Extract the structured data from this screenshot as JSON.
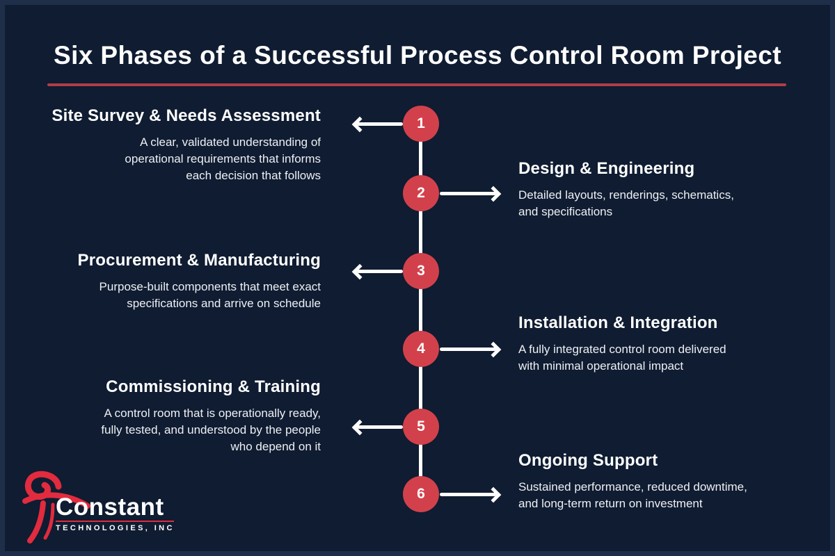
{
  "title": "Six Phases of a Successful Process Control Room Project",
  "colors": {
    "background": "#0f1c31",
    "marker_red": "#d2414b",
    "divider_red": "#b23c46",
    "logo_red": "#e22b3e",
    "text_white": "#ffffff"
  },
  "phases": [
    {
      "number": "1",
      "side": "left",
      "heading": "Site Survey & Needs Assessment",
      "description": "A clear, validated understanding of operational requirements that informs each decision that follows",
      "desc_lines": [
        "A clear, validated understanding of",
        "operational requirements that informs",
        "each decision that follows"
      ]
    },
    {
      "number": "2",
      "side": "right",
      "heading": "Design & Engineering",
      "description": "Detailed layouts, renderings, schematics, and specifications",
      "desc_lines": [
        "Detailed layouts, renderings, schematics,",
        "and specifications"
      ]
    },
    {
      "number": "3",
      "side": "left",
      "heading": "Procurement & Manufacturing",
      "description": "Purpose-built components that meet exact specifications and arrive on schedule",
      "desc_lines": [
        "Purpose-built components that meet exact",
        "specifications and arrive on schedule"
      ]
    },
    {
      "number": "4",
      "side": "right",
      "heading": "Installation & Integration",
      "description": "A fully integrated control room delivered with minimal operational impact",
      "desc_lines": [
        "A fully integrated control room delivered",
        "with minimal operational impact"
      ]
    },
    {
      "number": "5",
      "side": "left",
      "heading": "Commissioning & Training",
      "description": "A control room that is operationally ready, fully tested, and understood by the people who depend on it",
      "desc_lines": [
        "A control room that is operationally ready,",
        "fully tested, and understood by the people",
        "who depend on it"
      ]
    },
    {
      "number": "6",
      "side": "right",
      "heading": "Ongoing Support",
      "description": "Sustained performance, reduced downtime, and long-term return on investment",
      "desc_lines": [
        "Sustained performance, reduced downtime,",
        "and long-term return on investment"
      ]
    }
  ],
  "logo": {
    "name": "Constant",
    "subtext": "TECHNOLOGIES, INC"
  }
}
